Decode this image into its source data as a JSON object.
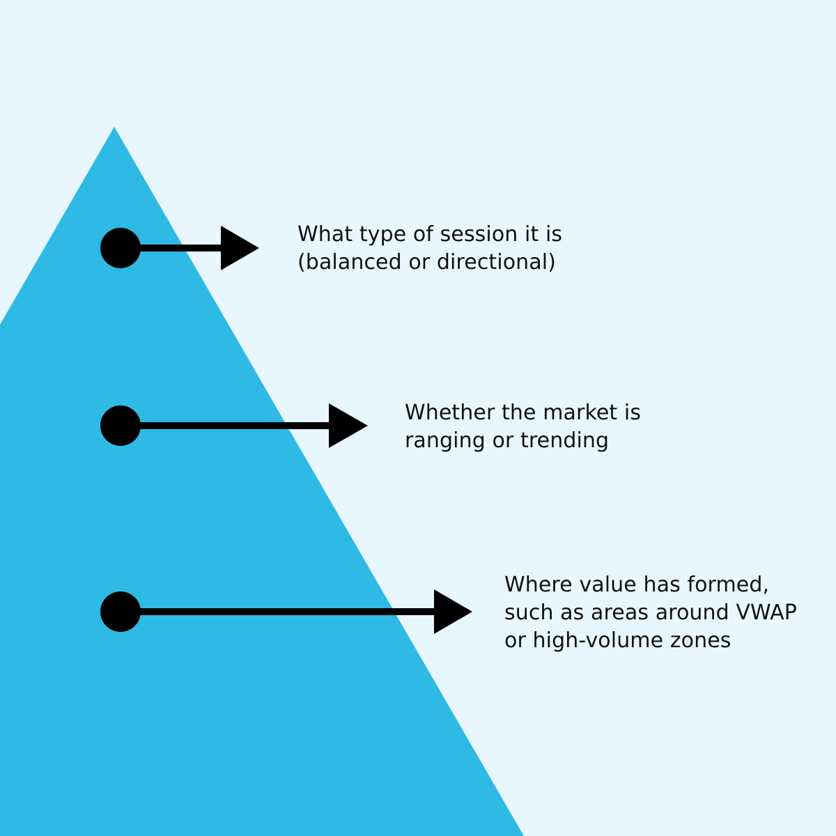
{
  "colors": {
    "background": "#E8F7FD",
    "triangle": "#2FBAE6",
    "marker": "#000000",
    "text": "#111111"
  },
  "callouts": [
    {
      "lines": [
        "What type of session it is",
        "(balanced or directional)"
      ]
    },
    {
      "lines": [
        "Whether the market is",
        "ranging or trending"
      ]
    },
    {
      "lines": [
        "Where value has formed,",
        "such as areas around VWAP",
        "or high-volume zones"
      ]
    }
  ]
}
